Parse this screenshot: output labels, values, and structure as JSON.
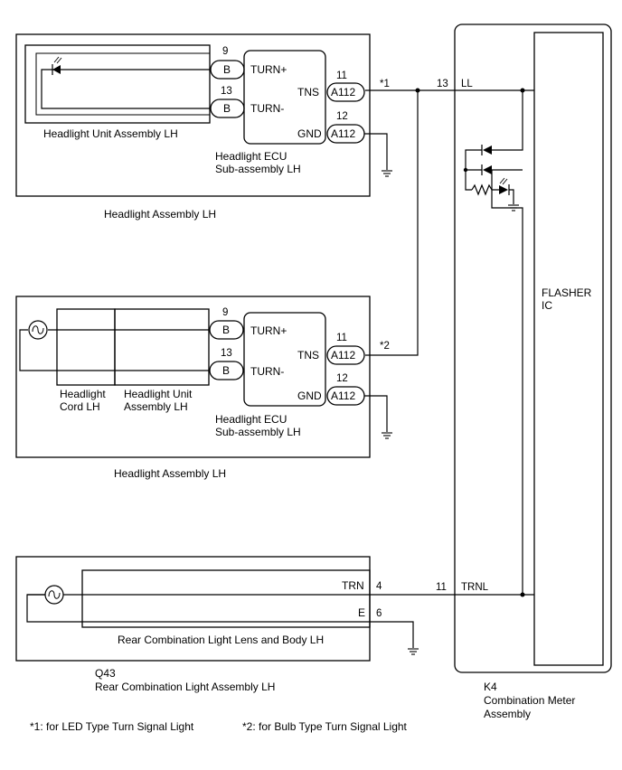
{
  "headlight_led": {
    "assembly_label": "Headlight Assembly LH",
    "unit_label": "Headlight Unit Assembly LH",
    "ecu_label_1": "Headlight ECU",
    "ecu_label_2": "Sub-assembly LH",
    "pins": {
      "turn_plus_no": "9",
      "turn_plus_conn": "B",
      "turn_plus_name": "TURN+",
      "turn_minus_no": "13",
      "turn_minus_conn": "B",
      "turn_minus_name": "TURN-",
      "tns_no": "11",
      "tns_conn": "A112",
      "tns_name": "TNS",
      "gnd_no": "12",
      "gnd_conn": "A112",
      "gnd_name": "GND"
    },
    "note_mark": "*1"
  },
  "headlight_bulb": {
    "assembly_label": "Headlight Assembly LH",
    "cord_label_1": "Headlight",
    "cord_label_2": "Cord LH",
    "unit_label_1": "Headlight Unit",
    "unit_label_2": "Assembly LH",
    "ecu_label_1": "Headlight ECU",
    "ecu_label_2": "Sub-assembly LH",
    "pins": {
      "turn_plus_no": "9",
      "turn_plus_conn": "B",
      "turn_plus_name": "TURN+",
      "turn_minus_no": "13",
      "turn_minus_conn": "B",
      "turn_minus_name": "TURN-",
      "tns_no": "11",
      "tns_conn": "A112",
      "tns_name": "TNS",
      "gnd_no": "12",
      "gnd_conn": "A112",
      "gnd_name": "GND"
    },
    "note_mark": "*2"
  },
  "rear_light": {
    "code": "Q43",
    "assembly_label": "Rear Combination Light Assembly LH",
    "lens_label": "Rear Combination Light Lens and Body LH",
    "trn_name": "TRN",
    "trn_no": "4",
    "e_name": "E",
    "e_no": "6"
  },
  "meter": {
    "code": "K4",
    "label_1": "Combination Meter",
    "label_2": "Assembly",
    "ic_label_1": "FLASHER",
    "ic_label_2": "IC",
    "ll_no": "13",
    "ll_name": "LL",
    "trnl_no": "11",
    "trnl_name": "TRNL"
  },
  "footnotes": {
    "note1": "*1: for LED Type Turn Signal Light",
    "note2": "*2: for Bulb Type Turn Signal Light"
  }
}
